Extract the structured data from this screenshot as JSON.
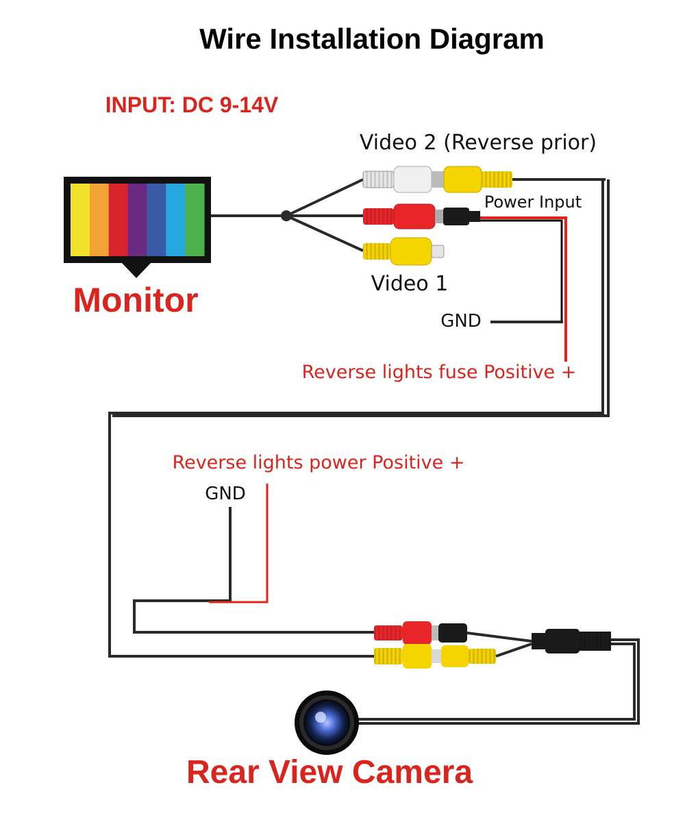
{
  "title": "Wire Installation Diagram",
  "input_voltage": "INPUT: DC 9-14V",
  "labels": {
    "video2": "Video 2 (Reverse prior)",
    "power_input": "Power Input",
    "video1": "Video 1",
    "gnd_top": "GND",
    "reverse_fuse": "Reverse lights fuse Positive +",
    "reverse_power": "Reverse lights power Positive +",
    "gnd_bottom": "GND",
    "monitor": "Monitor",
    "camera": "Rear View Camera"
  },
  "colors": {
    "wire": "#2a2a2a",
    "red_wire": "#e0241b",
    "accent_red": "#d9251d",
    "rca_yellow": "#f5d400",
    "rca_red": "#e8262a",
    "rca_white": "#e8e8e8"
  },
  "monitor_bars": [
    "#f2e22c",
    "#f2a134",
    "#d8252b",
    "#6a2a82",
    "#3b5aa5",
    "#26a6df",
    "#4cb14a"
  ]
}
